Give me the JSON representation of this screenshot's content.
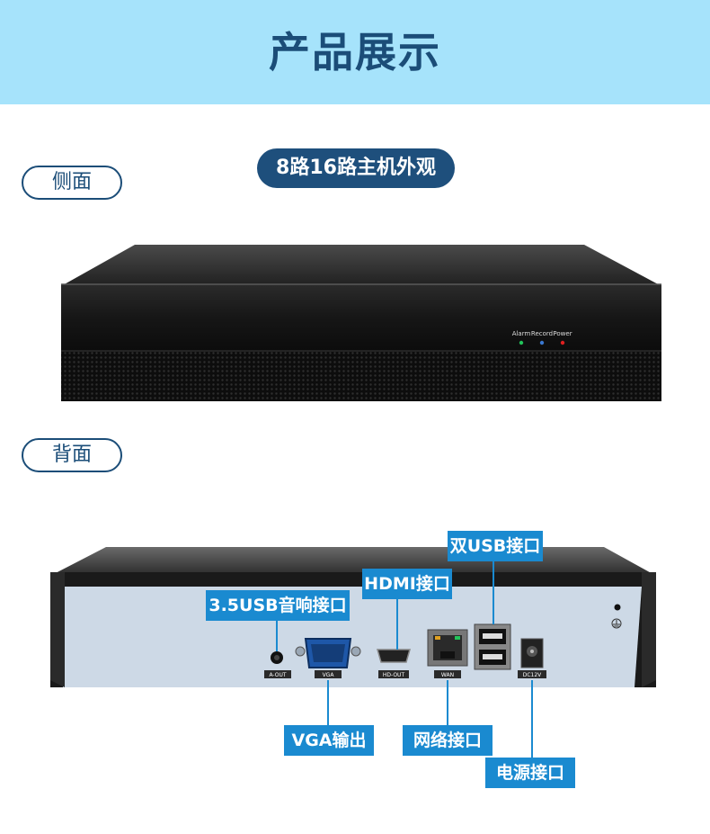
{
  "banner": {
    "title": "产品展示"
  },
  "side_section": {
    "label": "侧面",
    "subtitle": "8路16路主机外观"
  },
  "front_panel": {
    "indicators": [
      {
        "label": "Alarm",
        "color": "#22c35a"
      },
      {
        "label": "Record",
        "color": "#3a78d0"
      },
      {
        "label": "Power",
        "color": "#e02020"
      }
    ]
  },
  "back_section": {
    "label": "背面"
  },
  "ports": {
    "aout": "A-OUT",
    "vga": "VGA",
    "hdout": "HD-OUT",
    "wan": "WAN",
    "dc": "DC12V"
  },
  "callouts": {
    "usb_dual": "双USB接口",
    "hdmi": "HDMI接口",
    "audio": "3.5USB音响接口",
    "vga": "VGA输出",
    "network": "网络接口",
    "power": "电源接口"
  },
  "colors": {
    "banner": "#a6e3fb",
    "navy": "#1b4d78",
    "callout": "#1a8ad0",
    "panel": "#cdd9e6"
  }
}
